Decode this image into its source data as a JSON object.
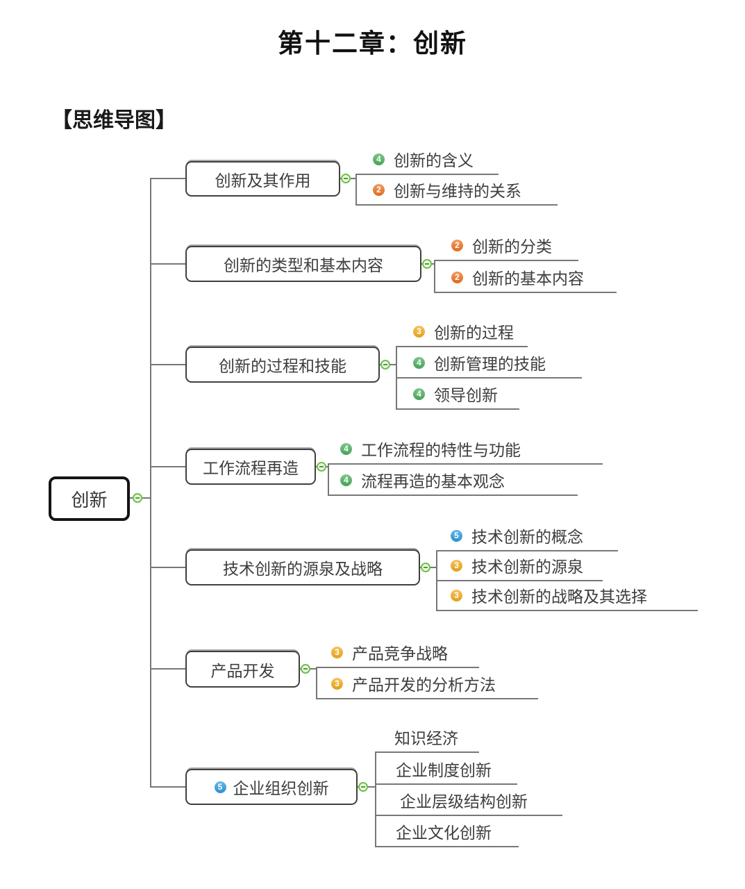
{
  "page": {
    "title": "第十二章：创新",
    "subtitle": "【思维导图】"
  },
  "root": {
    "label": "创新"
  },
  "branches": [
    {
      "label": "创新及其作用",
      "children": [
        {
          "badge": "4",
          "color": "green",
          "label": "创新的含义"
        },
        {
          "badge": "2",
          "color": "orange",
          "label": "创新与维持的关系"
        }
      ]
    },
    {
      "label": "创新的类型和基本内容",
      "children": [
        {
          "badge": "2",
          "color": "orange",
          "label": "创新的分类"
        },
        {
          "badge": "2",
          "color": "orange",
          "label": "创新的基本内容"
        }
      ]
    },
    {
      "label": "创新的过程和技能",
      "children": [
        {
          "badge": "3",
          "color": "amber",
          "label": "创新的过程"
        },
        {
          "badge": "4",
          "color": "green",
          "label": "创新管理的技能"
        },
        {
          "badge": "4",
          "color": "green",
          "label": "领导创新"
        }
      ]
    },
    {
      "label": "工作流程再造",
      "children": [
        {
          "badge": "4",
          "color": "green",
          "label": "工作流程的特性与功能"
        },
        {
          "badge": "4",
          "color": "green",
          "label": "流程再造的基本观念"
        }
      ]
    },
    {
      "label": "技术创新的源泉及战略",
      "children": [
        {
          "badge": "5",
          "color": "blue",
          "label": "技术创新的概念"
        },
        {
          "badge": "3",
          "color": "amber",
          "label": "技术创新的源泉"
        },
        {
          "badge": "3",
          "color": "amber",
          "label": "技术创新的战略及其选择"
        }
      ]
    },
    {
      "label": "产品开发",
      "children": [
        {
          "badge": "3",
          "color": "amber",
          "label": "产品竞争战略"
        },
        {
          "badge": "3",
          "color": "amber",
          "label": "产品开发的分析方法"
        }
      ]
    },
    {
      "label": "企业组织创新",
      "badge": "5",
      "badge_color": "blue",
      "children": [
        {
          "badge": "",
          "color": "",
          "label": "知识经济"
        },
        {
          "badge": "",
          "color": "",
          "label": "企业制度创新"
        },
        {
          "badge": "",
          "color": "",
          "label": "企业层级结构创新"
        },
        {
          "badge": "",
          "color": "",
          "label": "企业文化创新"
        }
      ]
    }
  ],
  "colors": {
    "green": "#4cb05e",
    "orange": "#ee7421",
    "amber": "#f5ac1c",
    "blue": "#2d9ce0",
    "line": "#777777",
    "minus_ring": "#6fbf4a",
    "minus_fill": "#eef9e4",
    "minus_bar": "#4a9e35"
  }
}
